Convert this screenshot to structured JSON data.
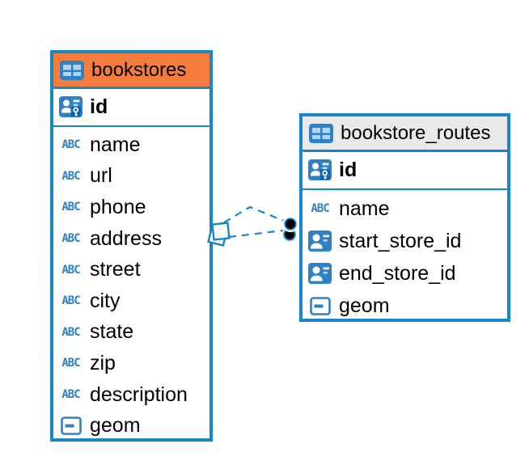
{
  "diagram": {
    "type": "entity-relationship",
    "icon_labels": {
      "text_type": "ABC"
    },
    "tables": [
      {
        "name": "bookstores",
        "header_color": "#F67C3D",
        "primary_key": {
          "label": "id",
          "type": "id-with-key"
        },
        "columns": [
          {
            "label": "name",
            "type": "text"
          },
          {
            "label": "url",
            "type": "text"
          },
          {
            "label": "phone",
            "type": "text"
          },
          {
            "label": "address",
            "type": "text"
          },
          {
            "label": "street",
            "type": "text"
          },
          {
            "label": "city",
            "type": "text"
          },
          {
            "label": "state",
            "type": "text"
          },
          {
            "label": "zip",
            "type": "text"
          },
          {
            "label": "description",
            "type": "text"
          },
          {
            "label": "geom",
            "type": "geometry"
          }
        ]
      },
      {
        "name": "bookstore_routes",
        "header_color": "#E9E9E9",
        "primary_key": {
          "label": "id",
          "type": "id-with-key"
        },
        "columns": [
          {
            "label": "name",
            "type": "text"
          },
          {
            "label": "start_store_id",
            "type": "reference"
          },
          {
            "label": "end_store_id",
            "type": "reference"
          },
          {
            "label": "geom",
            "type": "geometry"
          }
        ]
      }
    ],
    "relationship": {
      "from_table": "bookstores",
      "to_table": "bookstore_routes",
      "line_style": "dashed",
      "line_count": 2,
      "line_color": "#1787C9",
      "from_marker": "stacked-squares",
      "to_marker": "black-dots",
      "dot_color": "#000000"
    },
    "colors": {
      "table_border": "#1787C9",
      "bookstores_header": "#F67C3D",
      "routes_header": "#E9E9E9",
      "icon_blue": "#2E81C4",
      "icon_cell_light": "#B5D4EE",
      "background": "#FFFFFF"
    }
  }
}
